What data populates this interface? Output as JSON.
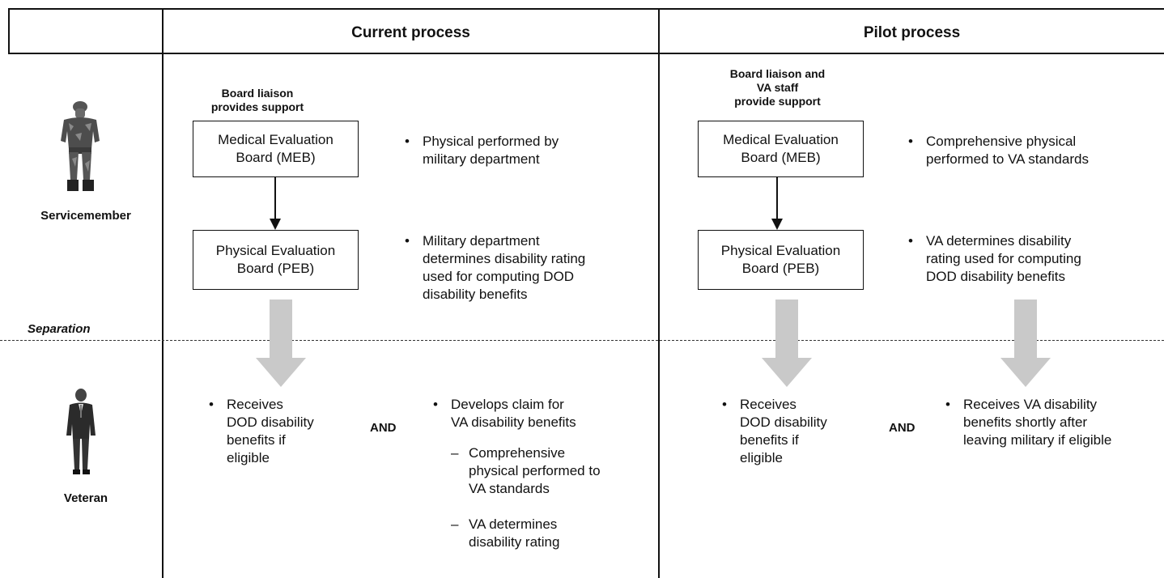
{
  "columns": {
    "current": {
      "title": "Current process"
    },
    "pilot": {
      "title": "Pilot process"
    }
  },
  "rows": {
    "servicemember": {
      "label": "Servicemember"
    },
    "separation": {
      "label": "Separation"
    },
    "veteran": {
      "label": "Veteran"
    }
  },
  "current": {
    "support": [
      "Board liaison",
      "provides support"
    ],
    "meb": [
      "Medical Evaluation",
      "Board (MEB)"
    ],
    "peb": [
      "Physical Evaluation",
      "Board (PEB)"
    ],
    "meb_note": [
      "Physical performed by",
      "military department"
    ],
    "peb_note": [
      "Military department",
      "determines disability rating",
      "used for computing DOD",
      "disability benefits"
    ],
    "veteran_left": [
      "Receives",
      "DOD disability",
      "benefits if",
      "eligible"
    ],
    "and": "AND",
    "veteran_right": [
      "Develops claim for",
      "VA disability benefits"
    ],
    "sub1": [
      "Comprehensive",
      "physical performed to",
      "VA standards"
    ],
    "sub2": [
      "VA determines",
      "disability rating"
    ]
  },
  "pilot": {
    "support": [
      "Board liaison and",
      "VA staff",
      "provide support"
    ],
    "meb": [
      "Medical Evaluation",
      "Board (MEB)"
    ],
    "peb": [
      "Physical Evaluation",
      "Board (PEB)"
    ],
    "meb_note": [
      "Comprehensive physical",
      "performed to VA standards"
    ],
    "peb_note": [
      "VA determines disability",
      "rating used for computing",
      "DOD disability benefits"
    ],
    "veteran_left": [
      "Receives",
      "DOD disability",
      "benefits if",
      "eligible"
    ],
    "and": "AND",
    "veteran_right": [
      "Receives VA disability",
      "benefits shortly after",
      "leaving military if eligible"
    ]
  },
  "symbols": {
    "bullet": "•",
    "dash": "–"
  },
  "icons": {
    "soldier": "soldier-figure-icon",
    "veteran": "businessman-figure-icon"
  }
}
